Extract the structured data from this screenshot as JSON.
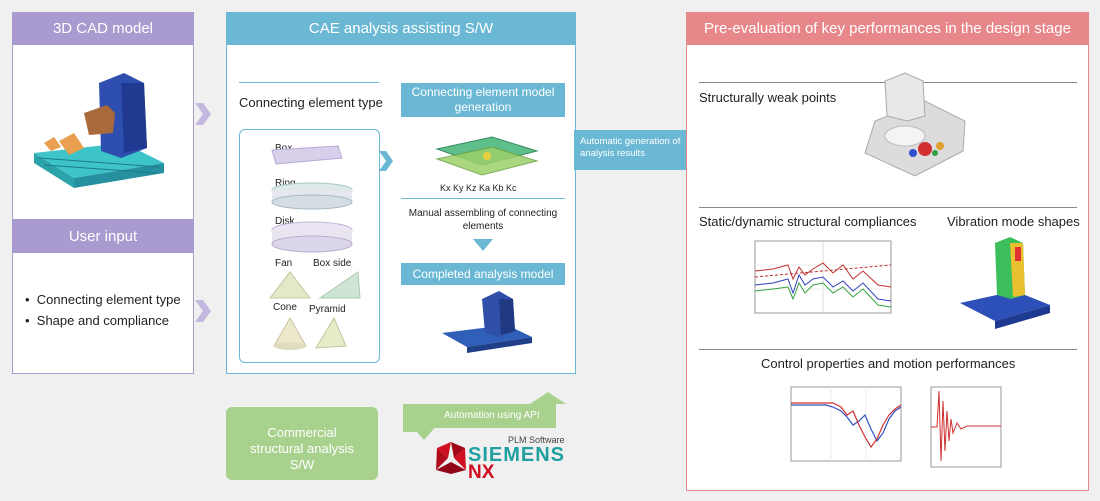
{
  "cad": {
    "title": "3D CAD model",
    "header_color": "#a99bcf"
  },
  "user": {
    "title": "User input",
    "items": [
      "Connecting element type",
      "Shape and compliance"
    ]
  },
  "cae": {
    "title": "CAE analysis assisting S/W",
    "header_color": "#6ab8d4",
    "element_type_label": "Connecting element type",
    "shapes": [
      "Box",
      "Ring",
      "Disk",
      "Fan",
      "Box side",
      "Cone",
      "Pyramid"
    ],
    "model_gen_title": "Connecting element model generation",
    "k_labels": "Kx Ky Kz Ka Kb Kc",
    "manual_label": "Manual assembling of connecting elements",
    "completed_title": "Completed analysis model"
  },
  "auto_generation_label": "Automatic generation of analysis results",
  "commercial": {
    "label": "Commercial structural analysis S/W",
    "color": "#a9d18e"
  },
  "api_label": "Automation using API",
  "siemens": {
    "plm": "PLM Software",
    "name": "SIEMENS",
    "nx": "NX"
  },
  "pre": {
    "title": "Pre-evaluation of key performances in the design stage",
    "header_color": "#e8878a",
    "weak_points": "Structurally weak points",
    "compliance": "Static/dynamic structural compliances",
    "vibration": "Vibration mode shapes",
    "control": "Control properties and motion performances"
  }
}
